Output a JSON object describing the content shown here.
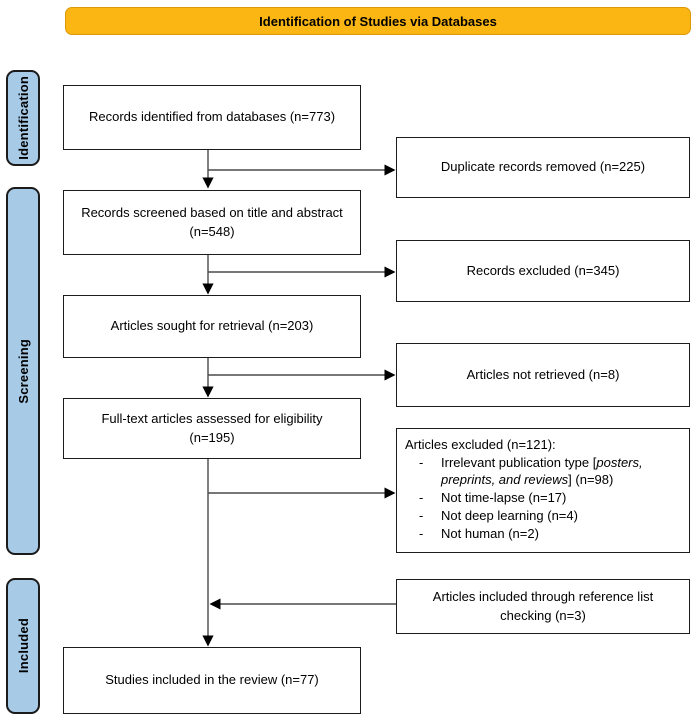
{
  "banner": {
    "title": "Identification of Studies via Databases"
  },
  "sidebar": {
    "stages": [
      {
        "label": "Identification"
      },
      {
        "label": "Screening"
      },
      {
        "label": "Included"
      }
    ]
  },
  "flow": {
    "main_boxes": [
      {
        "text": "Records identified from databases (n=773)"
      },
      {
        "text": "Records screened based on title and abstract (n=548)"
      },
      {
        "text": "Articles sought for retrieval (n=203)"
      },
      {
        "text": "Full-text articles assessed for eligibility (n=195)"
      },
      {
        "text": "Studies included in the review (n=77)"
      }
    ],
    "side_boxes": [
      {
        "text": "Duplicate records removed (n=225)"
      },
      {
        "text": "Records excluded (n=345)"
      },
      {
        "text": "Articles not retrieved (n=8)"
      },
      {
        "title": "Articles excluded (n=121):",
        "items": [
          {
            "dash": "-",
            "pre": "Irrelevant publication type [",
            "italic": "posters, preprints, and reviews",
            "post": "] (n=98)"
          },
          {
            "dash": "-",
            "pre": "Not time-lapse (n=17)",
            "italic": "",
            "post": ""
          },
          {
            "dash": "-",
            "pre": "Not deep learning (n=4)",
            "italic": "",
            "post": ""
          },
          {
            "dash": "-",
            "pre": "Not human (n=2)",
            "italic": "",
            "post": ""
          }
        ]
      },
      {
        "text": "Articles included through reference list checking (n=3)"
      }
    ]
  },
  "colors": {
    "banner_fill": "#FBB614",
    "banner_border": "#DD9806",
    "stage_fill": "#A7CAE7",
    "stage_border": "#1B1B1B",
    "box_border": "#1C1C1C",
    "line": "#4A4A4A",
    "arrowhead": "#000000"
  }
}
